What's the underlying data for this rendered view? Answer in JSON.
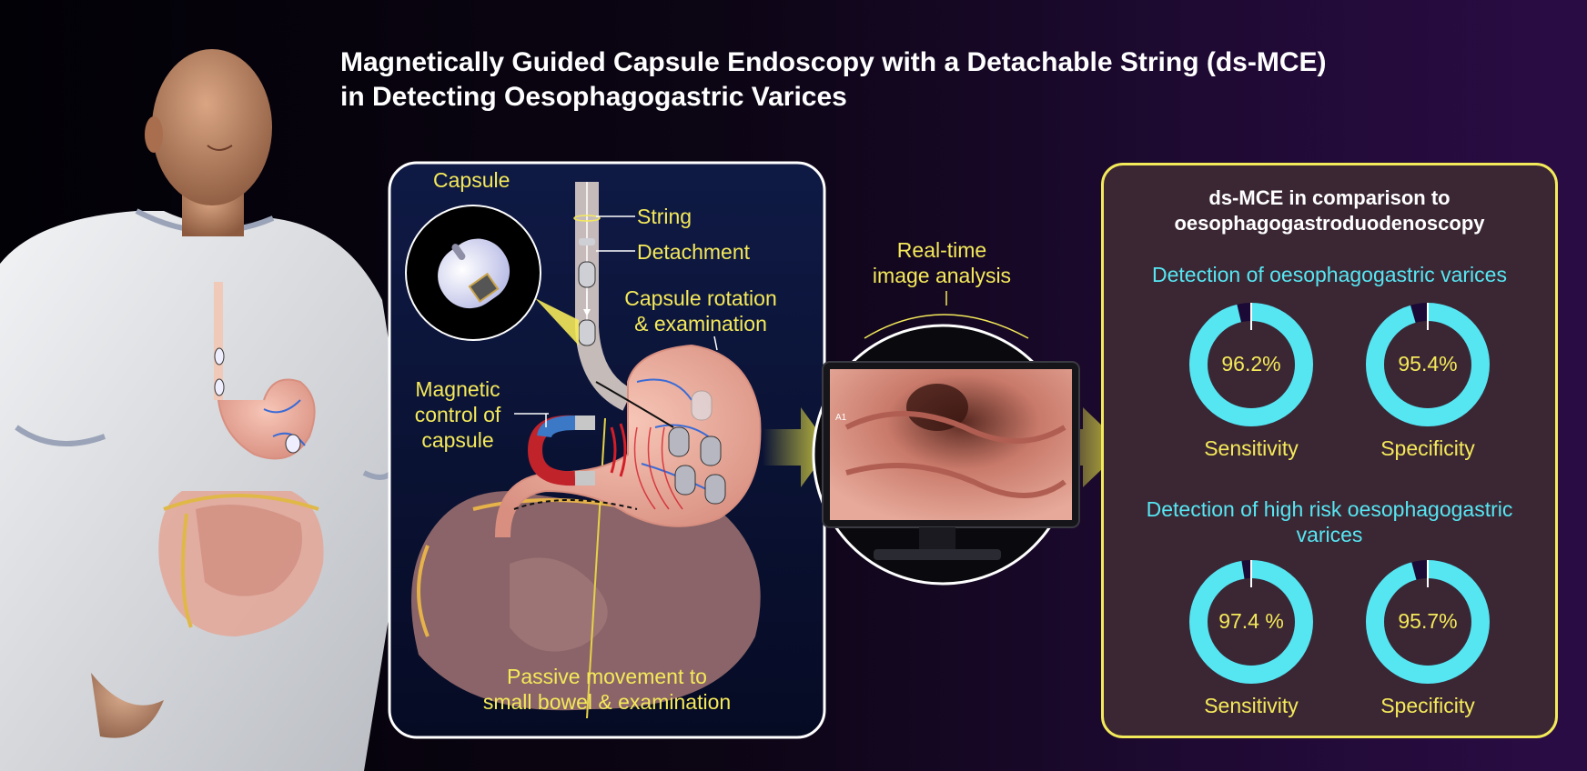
{
  "title": {
    "line1": "Magnetically Guided Capsule Endoscopy with a Detachable String (ds-MCE)",
    "line2": "in Detecting Oesophagogastric Varices"
  },
  "diagram": {
    "capsule": "Capsule",
    "string": "String",
    "detachment": "Detachment",
    "rotation_line1": "Capsule rotation",
    "rotation_line2": "& examination",
    "magnetic_line1": "Magnetic",
    "magnetic_line2": "control of",
    "magnetic_line3": "capsule",
    "passive_line1": "Passive movement to",
    "passive_line2": "small bowel & examination",
    "realtime_line1": "Real-time",
    "realtime_line2": "image analysis",
    "monitor_text": "A1"
  },
  "panel": {
    "heading_line1": "ds-MCE in comparison to",
    "heading_line2": "oesophagogastroduodenoscopy",
    "section1": "Detection of oesophagogastric varices",
    "section2_line1": "Detection of high risk oesophagogastric",
    "section2_line2": "varices",
    "metrics": [
      {
        "value_text": "96.2%",
        "value": 96.2,
        "label": "Sensitivity"
      },
      {
        "value_text": "95.4%",
        "value": 95.4,
        "label": "Specificity"
      },
      {
        "value_text": "97.4 %",
        "value": 97.4,
        "label": "Sensitivity"
      },
      {
        "value_text": "95.7%",
        "value": 95.7,
        "label": "Specificity"
      }
    ]
  },
  "colors": {
    "accent_yellow": "#f4e95a",
    "accent_cyan": "#56e6f2",
    "panel_bg": "#3b2734",
    "ring_track": "#1c0a36"
  }
}
